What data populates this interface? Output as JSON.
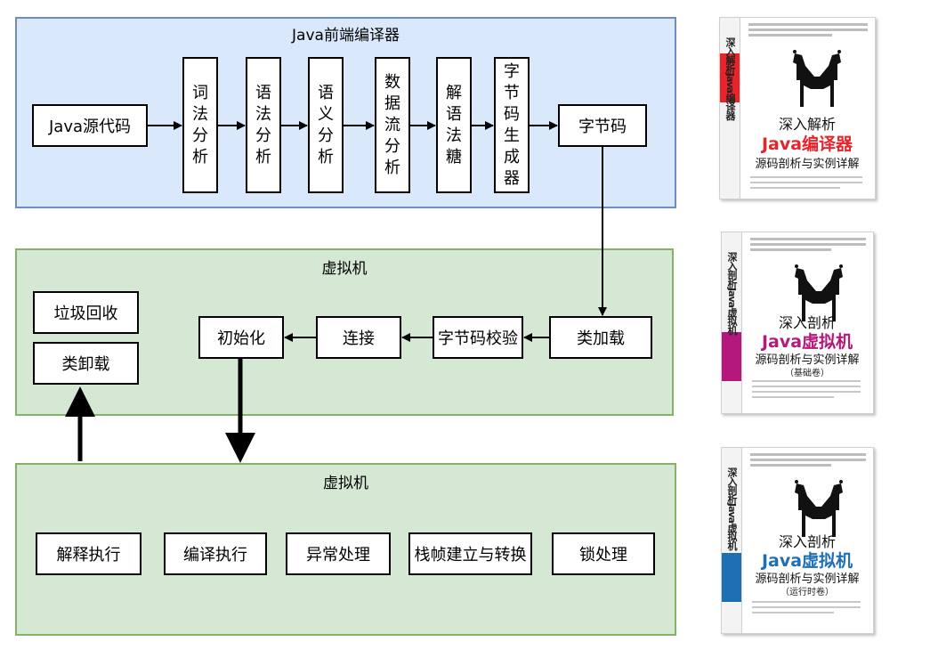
{
  "compiler": {
    "title": "Java前端编译器",
    "source": "Java源代码",
    "stages": [
      {
        "chars": [
          "词",
          "法",
          "分",
          "析"
        ]
      },
      {
        "chars": [
          "语",
          "法",
          "分",
          "析"
        ]
      },
      {
        "chars": [
          "语",
          "义",
          "分",
          "析"
        ]
      },
      {
        "chars": [
          "数",
          "据",
          "流",
          "分",
          "析"
        ]
      },
      {
        "chars": [
          "解",
          "语",
          "法",
          "糖"
        ]
      },
      {
        "chars": [
          "字",
          "节",
          "码",
          "生",
          "成",
          "器"
        ]
      }
    ],
    "output": "字节码"
  },
  "vm_load": {
    "title": "虚拟机",
    "gc": "垃圾回收",
    "unload": "类卸载",
    "init": "初始化",
    "link": "连接",
    "verify": "字节码校验",
    "classload": "类加载"
  },
  "vm_run": {
    "title": "虚拟机",
    "items": [
      "解释执行",
      "编译执行",
      "异常处理",
      "栈帧建立与转换",
      "锁处理"
    ]
  },
  "books": [
    {
      "spine": "深入解析Java编译器",
      "title1": "深入解析",
      "title2": "Java编译器",
      "title3": "源码剖析与实例详解",
      "volume": "",
      "accent": "#e8242a"
    },
    {
      "spine": "深入剖析Java虚拟机",
      "title1": "深入剖析",
      "title2": "Java虚拟机",
      "title3": "源码剖析与实例详解",
      "volume": "（基础卷）",
      "accent": "#b5187c"
    },
    {
      "spine": "深入剖析Java虚拟机",
      "title1": "深入剖析",
      "title2": "Java虚拟机",
      "title3": "源码剖析与实例详解",
      "volume": "（运行时卷）",
      "accent": "#1f6fb5"
    }
  ]
}
